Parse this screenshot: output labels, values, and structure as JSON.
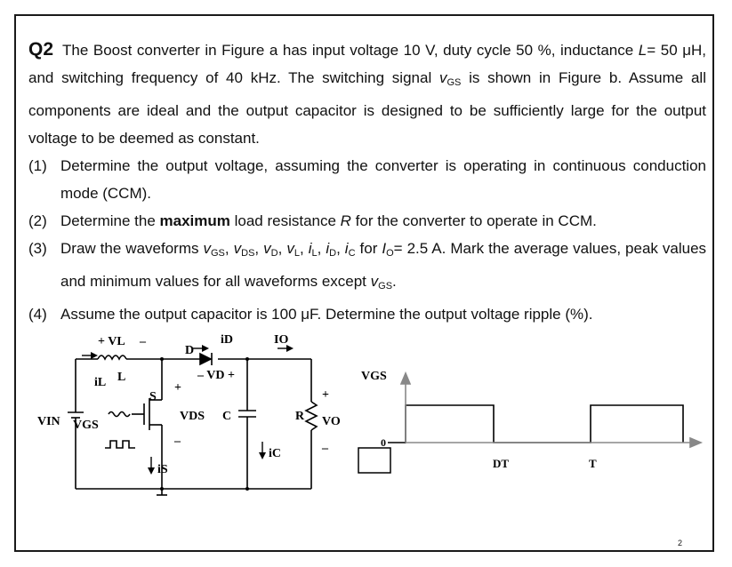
{
  "question": {
    "number": "Q2",
    "intro": [
      "The Boost converter in Figure a has input voltage 10 V, duty cycle 50 %, inductance ",
      "L",
      "= 50 μH, and switching frequency of 40 kHz. The switching signal ",
      "v",
      "GS",
      " is shown in Figure b. Assume all components are ideal and the output capacitor is designed to be sufficiently large for the output voltage to be deemed as constant."
    ],
    "parts": [
      {
        "num": "(1)",
        "text": "Determine the output voltage, assuming the converter is operating in continuous conduction mode (CCM)."
      },
      {
        "num": "(2)",
        "pre": "Determine the ",
        "bold": "maximum",
        "post": " load resistance ",
        "var": "R",
        "post2": " for the converter to operate in CCM."
      },
      {
        "num": "(3)",
        "pre": "Draw the waveforms ",
        "waveforms": [
          {
            "v": "v",
            "s": "GS"
          },
          {
            "v": "v",
            "s": "DS"
          },
          {
            "v": "v",
            "s": "D"
          },
          {
            "v": "v",
            "s": "L"
          },
          {
            "v": "i",
            "s": "L"
          },
          {
            "v": "i",
            "s": "D"
          },
          {
            "v": "i",
            "s": "C"
          }
        ],
        "for_label": " for ",
        "io_var": "I",
        "io_sub": "O",
        "io_value": "= 2.5 A. Mark the average values, peak values and minimum values for all waveforms except ",
        "except_var": "v",
        "except_sub": "GS",
        "end": "."
      },
      {
        "num": "(4)",
        "text": "Assume the output capacitor is 100 μF. Determine the output voltage ripple (%)."
      }
    ]
  },
  "figure_a": {
    "vin": "VIN",
    "vl_plus": "+ VL",
    "vl_minus": "–",
    "il": "iL",
    "l": "L",
    "d": "D",
    "id": "iD",
    "vd": "– VD +",
    "s": "S",
    "vds": "VDS",
    "vgs": "VGS",
    "is": "iS",
    "c": "C",
    "ic": "iC",
    "r": "R",
    "io": "IO",
    "vo": "VO",
    "plus": "+",
    "minus": "–"
  },
  "figure_b": {
    "ylabel": "VGS",
    "zero": "0",
    "dt": "DT",
    "t": "T"
  },
  "page_number": "2"
}
